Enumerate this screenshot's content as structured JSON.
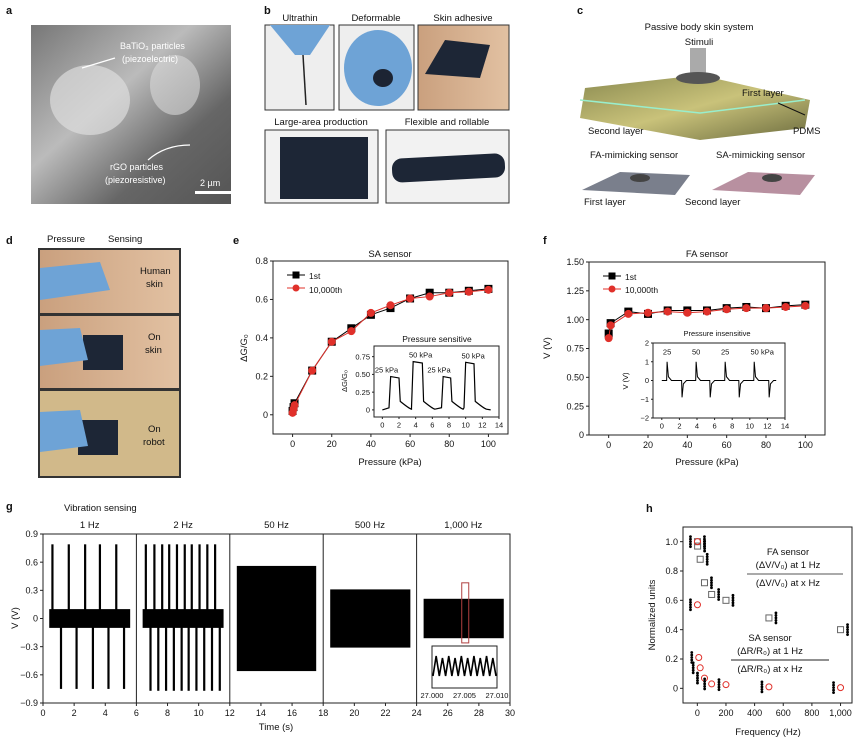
{
  "panels": {
    "a": {
      "label": "a",
      "bto_line1": "BaTiO₃ particles",
      "bto_line2": "(piezoelectric)",
      "rgo_line1": "rGO particles",
      "rgo_line2": "(piezoresistive)",
      "scale_bar": "2 µm"
    },
    "b": {
      "label": "b",
      "photos": [
        "Ultrathin",
        "Deformable",
        "Skin adhesive",
        "Large-area production",
        "Flexible and rollable"
      ]
    },
    "c": {
      "label": "c",
      "title": "Passive body skin system",
      "stimuli": "Stimuli",
      "first_layer": "First layer",
      "second_layer": "Second layer",
      "pdms": "PDMS",
      "fa_sensor": "FA-mimicking sensor",
      "sa_sensor": "SA-mimicking sensor",
      "fa_layer": "First layer",
      "sa_layer": "Second layer"
    },
    "d": {
      "label": "d",
      "pressure": "Pressure",
      "sensing": "Sensing",
      "rows": [
        [
          "Human",
          "skin"
        ],
        [
          "On",
          "skin"
        ],
        [
          "On",
          "robot"
        ]
      ]
    },
    "e": {
      "label": "e"
    },
    "f": {
      "label": "f"
    },
    "g": {
      "label": "g"
    },
    "h": {
      "label": "h"
    }
  },
  "colors": {
    "series1": "#000000",
    "series2": "#e0302a",
    "highlight_box": "#b04040",
    "fa_marker": "#666666"
  },
  "chart_data": [
    {
      "id": "e",
      "type": "line",
      "title": "SA sensor",
      "xlabel": "Pressure (kPa)",
      "ylabel": "ΔG/G₀",
      "xlim": [
        -10,
        110
      ],
      "ylim": [
        -0.1,
        0.8
      ],
      "xticks": [
        0,
        20,
        40,
        60,
        80,
        100
      ],
      "yticks": [
        0,
        0.2,
        0.4,
        0.6,
        0.8
      ],
      "ytick_labels": [
        "0",
        "0.2",
        "0.4",
        "0.6",
        "0.8"
      ],
      "legend": "top-left",
      "x": [
        0,
        0.5,
        1,
        10,
        20,
        30,
        40,
        50,
        60,
        70,
        80,
        90,
        100
      ],
      "series": [
        {
          "name": "1st",
          "marker": "square",
          "values": [
            0.02,
            0.04,
            0.06,
            0.23,
            0.38,
            0.45,
            0.52,
            0.555,
            0.605,
            0.635,
            0.635,
            0.645,
            0.655
          ]
        },
        {
          "name": "10,000th",
          "marker": "circle",
          "values": [
            0.01,
            0.03,
            0.05,
            0.23,
            0.38,
            0.435,
            0.53,
            0.57,
            0.605,
            0.615,
            0.635,
            0.64,
            0.65
          ]
        }
      ],
      "inset": {
        "title": "Pressure sensitive",
        "ylabel": "ΔG/G₀",
        "xlim": [
          -1,
          14
        ],
        "ylim": [
          -0.1,
          0.9
        ],
        "xticks": [
          0,
          2,
          4,
          6,
          8,
          10,
          12,
          14
        ],
        "yticks": [
          0,
          0.25,
          0.5,
          0.75
        ],
        "ytick_labels": [
          "0",
          "0.25",
          "0.50",
          "0.75"
        ],
        "pulses": [
          {
            "start": 1.0,
            "end": 2.0,
            "peak": 0.47,
            "label": "25 kPa"
          },
          {
            "start": 3.7,
            "end": 4.8,
            "peak": 0.68,
            "label": "50 kPa"
          },
          {
            "start": 7.3,
            "end": 8.2,
            "peak": 0.47,
            "label": "25 kPa"
          },
          {
            "start": 10.0,
            "end": 11.0,
            "peak": 0.67,
            "label": "50 kPa"
          }
        ]
      }
    },
    {
      "id": "f",
      "type": "line",
      "title": "FA sensor",
      "xlabel": "Pressure (kPa)",
      "ylabel": "V (V)",
      "xlim": [
        -10,
        110
      ],
      "ylim": [
        0,
        1.5
      ],
      "xticks": [
        0,
        20,
        40,
        60,
        80,
        100
      ],
      "yticks": [
        0,
        0.25,
        0.5,
        0.75,
        1.0,
        1.25,
        1.5
      ],
      "ytick_labels": [
        "0",
        "0.25",
        "0.50",
        "0.75",
        "1.00",
        "1.25",
        "1.50"
      ],
      "legend": "top-left",
      "x": [
        0,
        1,
        10,
        20,
        30,
        40,
        50,
        60,
        70,
        80,
        90,
        100
      ],
      "series": [
        {
          "name": "1st",
          "marker": "square",
          "values": [
            0.88,
            0.97,
            1.07,
            1.05,
            1.08,
            1.08,
            1.08,
            1.1,
            1.11,
            1.1,
            1.12,
            1.13
          ]
        },
        {
          "name": "10,000th",
          "marker": "circle",
          "values": [
            0.84,
            0.95,
            1.05,
            1.06,
            1.07,
            1.06,
            1.07,
            1.09,
            1.1,
            1.1,
            1.11,
            1.12
          ]
        }
      ],
      "inset": {
        "title": "Pressure insensitive",
        "ylabel": "V (V)",
        "xlim": [
          -1,
          14
        ],
        "ylim": [
          -2,
          2
        ],
        "xticks": [
          0,
          2,
          4,
          6,
          8,
          10,
          12,
          14
        ],
        "yticks": [
          -2,
          -1,
          0,
          1,
          2
        ],
        "ytick_labels": [
          "−2",
          "−1",
          "0",
          "1",
          "2"
        ],
        "spikes": [
          {
            "t": 0.6,
            "v": 1.0
          },
          {
            "t": 2.3,
            "v": -0.9
          },
          {
            "t": 3.9,
            "v": 1.0
          },
          {
            "t": 5.5,
            "v": -0.9
          },
          {
            "t": 7.2,
            "v": 1.0
          },
          {
            "t": 8.8,
            "v": -0.9
          },
          {
            "t": 10.5,
            "v": 1.0
          },
          {
            "t": 12.2,
            "v": -0.9
          }
        ],
        "labels": [
          "25",
          "50",
          "25",
          "50 kPa"
        ]
      }
    },
    {
      "id": "g",
      "type": "line",
      "title": "Vibration sensing",
      "xlabel": "Time (s)",
      "ylabel": "V (V)",
      "xlim": [
        0,
        30
      ],
      "ylim": [
        -0.9,
        0.9
      ],
      "xticks": [
        0,
        2,
        4,
        6,
        8,
        10,
        12,
        14,
        16,
        18,
        20,
        22,
        24,
        26,
        28,
        30
      ],
      "yticks": [
        -0.9,
        -0.6,
        -0.3,
        0,
        0.3,
        0.6,
        0.9
      ],
      "ytick_labels": [
        "−0.9",
        "−0.6",
        "−0.3",
        "0",
        "0.3",
        "0.6",
        "0.9"
      ],
      "panels": [
        {
          "label": "1 Hz",
          "range": [
            0,
            6
          ],
          "on": [
            0.4,
            5.6
          ],
          "band": 0.1,
          "pos_spikes": [
            0.6,
            1.65,
            2.7,
            3.65,
            4.7
          ],
          "neg_spikes": [
            1.15,
            2.15,
            3.2,
            4.2,
            5.2
          ],
          "pos_peak": 0.79,
          "neg_peak": -0.75
        },
        {
          "label": "2 Hz",
          "range": [
            6,
            12
          ],
          "on": [
            6.4,
            11.6
          ],
          "band": 0.1,
          "pos_spikes": [
            6.6,
            7.15,
            7.65,
            8.1,
            8.6,
            9.1,
            9.55,
            10.05,
            10.55,
            11.05
          ],
          "neg_spikes": [
            6.9,
            7.4,
            7.9,
            8.4,
            8.9,
            9.35,
            9.85,
            10.35,
            10.85,
            11.35
          ],
          "pos_peak": 0.79,
          "neg_peak": -0.77
        },
        {
          "label": "50 Hz",
          "range": [
            12,
            18
          ],
          "on": [
            12.45,
            17.55
          ],
          "band": 0.56
        },
        {
          "label": "500 Hz",
          "range": [
            18,
            24
          ],
          "on": [
            18.45,
            23.6
          ],
          "band": 0.31
        },
        {
          "label": "1,000 Hz",
          "range": [
            24,
            30
          ],
          "on": [
            24.45,
            29.6
          ],
          "band": 0.21
        }
      ],
      "zoom_inset": {
        "xticks": [
          "27.000",
          "27.005",
          "27.010"
        ]
      }
    },
    {
      "id": "h",
      "type": "scatter",
      "xlabel": "Frequency (Hz)",
      "ylabel": "Normalized units",
      "xlim": [
        -100,
        1080
      ],
      "ylim": [
        -0.1,
        1.1
      ],
      "xticks": [
        0,
        200,
        400,
        600,
        800,
        1000
      ],
      "xtick_labels": [
        "0",
        "200",
        "400",
        "600",
        "800",
        "1,000"
      ],
      "yticks": [
        0,
        0.2,
        0.4,
        0.6,
        0.8,
        1.0
      ],
      "ytick_labels": [
        "0",
        "0.2",
        "0.4",
        "0.6",
        "0.8",
        "1.0"
      ],
      "series": [
        {
          "name": "FA sensor",
          "marker": "open-square",
          "x": [
            1,
            2,
            20,
            50,
            100,
            200,
            500,
            1000
          ],
          "values": [
            1.0,
            0.97,
            0.88,
            0.72,
            0.64,
            0.6,
            0.48,
            0.4
          ]
        },
        {
          "name": "SA sensor",
          "marker": "open-circle",
          "x": [
            1,
            1,
            10,
            20,
            50,
            100,
            200,
            500,
            1000
          ],
          "values": [
            1.0,
            0.57,
            0.21,
            0.14,
            0.07,
            0.03,
            0.025,
            0.01,
            0.005
          ]
        }
      ],
      "annotations": {
        "fa_title": "FA sensor",
        "fa_num": "(ΔV/V₀) at 1 Hz",
        "fa_den": "(ΔV/V₀) at x Hz",
        "sa_title": "SA sensor",
        "sa_num": "(ΔR/R₀) at 1 Hz",
        "sa_den": "(ΔR/R₀) at x Hz"
      }
    }
  ]
}
